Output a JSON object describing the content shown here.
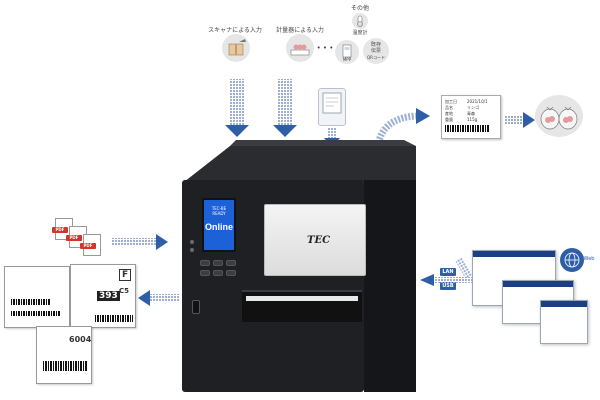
{
  "inputs": {
    "scanner_label": "スキャナによる入力",
    "scale_label": "計量器による入力",
    "other_label": "その他",
    "rfid_label": "温度計",
    "mpp_label": "MPP",
    "qr_label": "QRコード",
    "doc_label": "既存\n伝票",
    "ellipsis": "• • •"
  },
  "label_sheet": {
    "rows": [
      {
        "k": "加工日",
        "v": "2021/10/1"
      },
      {
        "k": "品名",
        "v": "リンゴ"
      },
      {
        "k": "産地",
        "v": "青森"
      },
      {
        "k": "重量",
        "v": "115g"
      }
    ]
  },
  "pdf": {
    "icon_text": "PDF"
  },
  "printer": {
    "brand": "TEC",
    "lcd_title": "TEC-BE",
    "lcd_sub": "READY",
    "lcd_status": "Online"
  },
  "network": {
    "lan": "LAN",
    "usb": "USB",
    "web": "Web"
  },
  "shipping_labels": {
    "big_num": "6004",
    "code_393": "393",
    "code_f": "F",
    "code_c5": "C5"
  },
  "colors": {
    "arrow_blue": "#2f5ea8",
    "lcd_blue": "#1d61d9",
    "printer_black": "#1f2024"
  }
}
